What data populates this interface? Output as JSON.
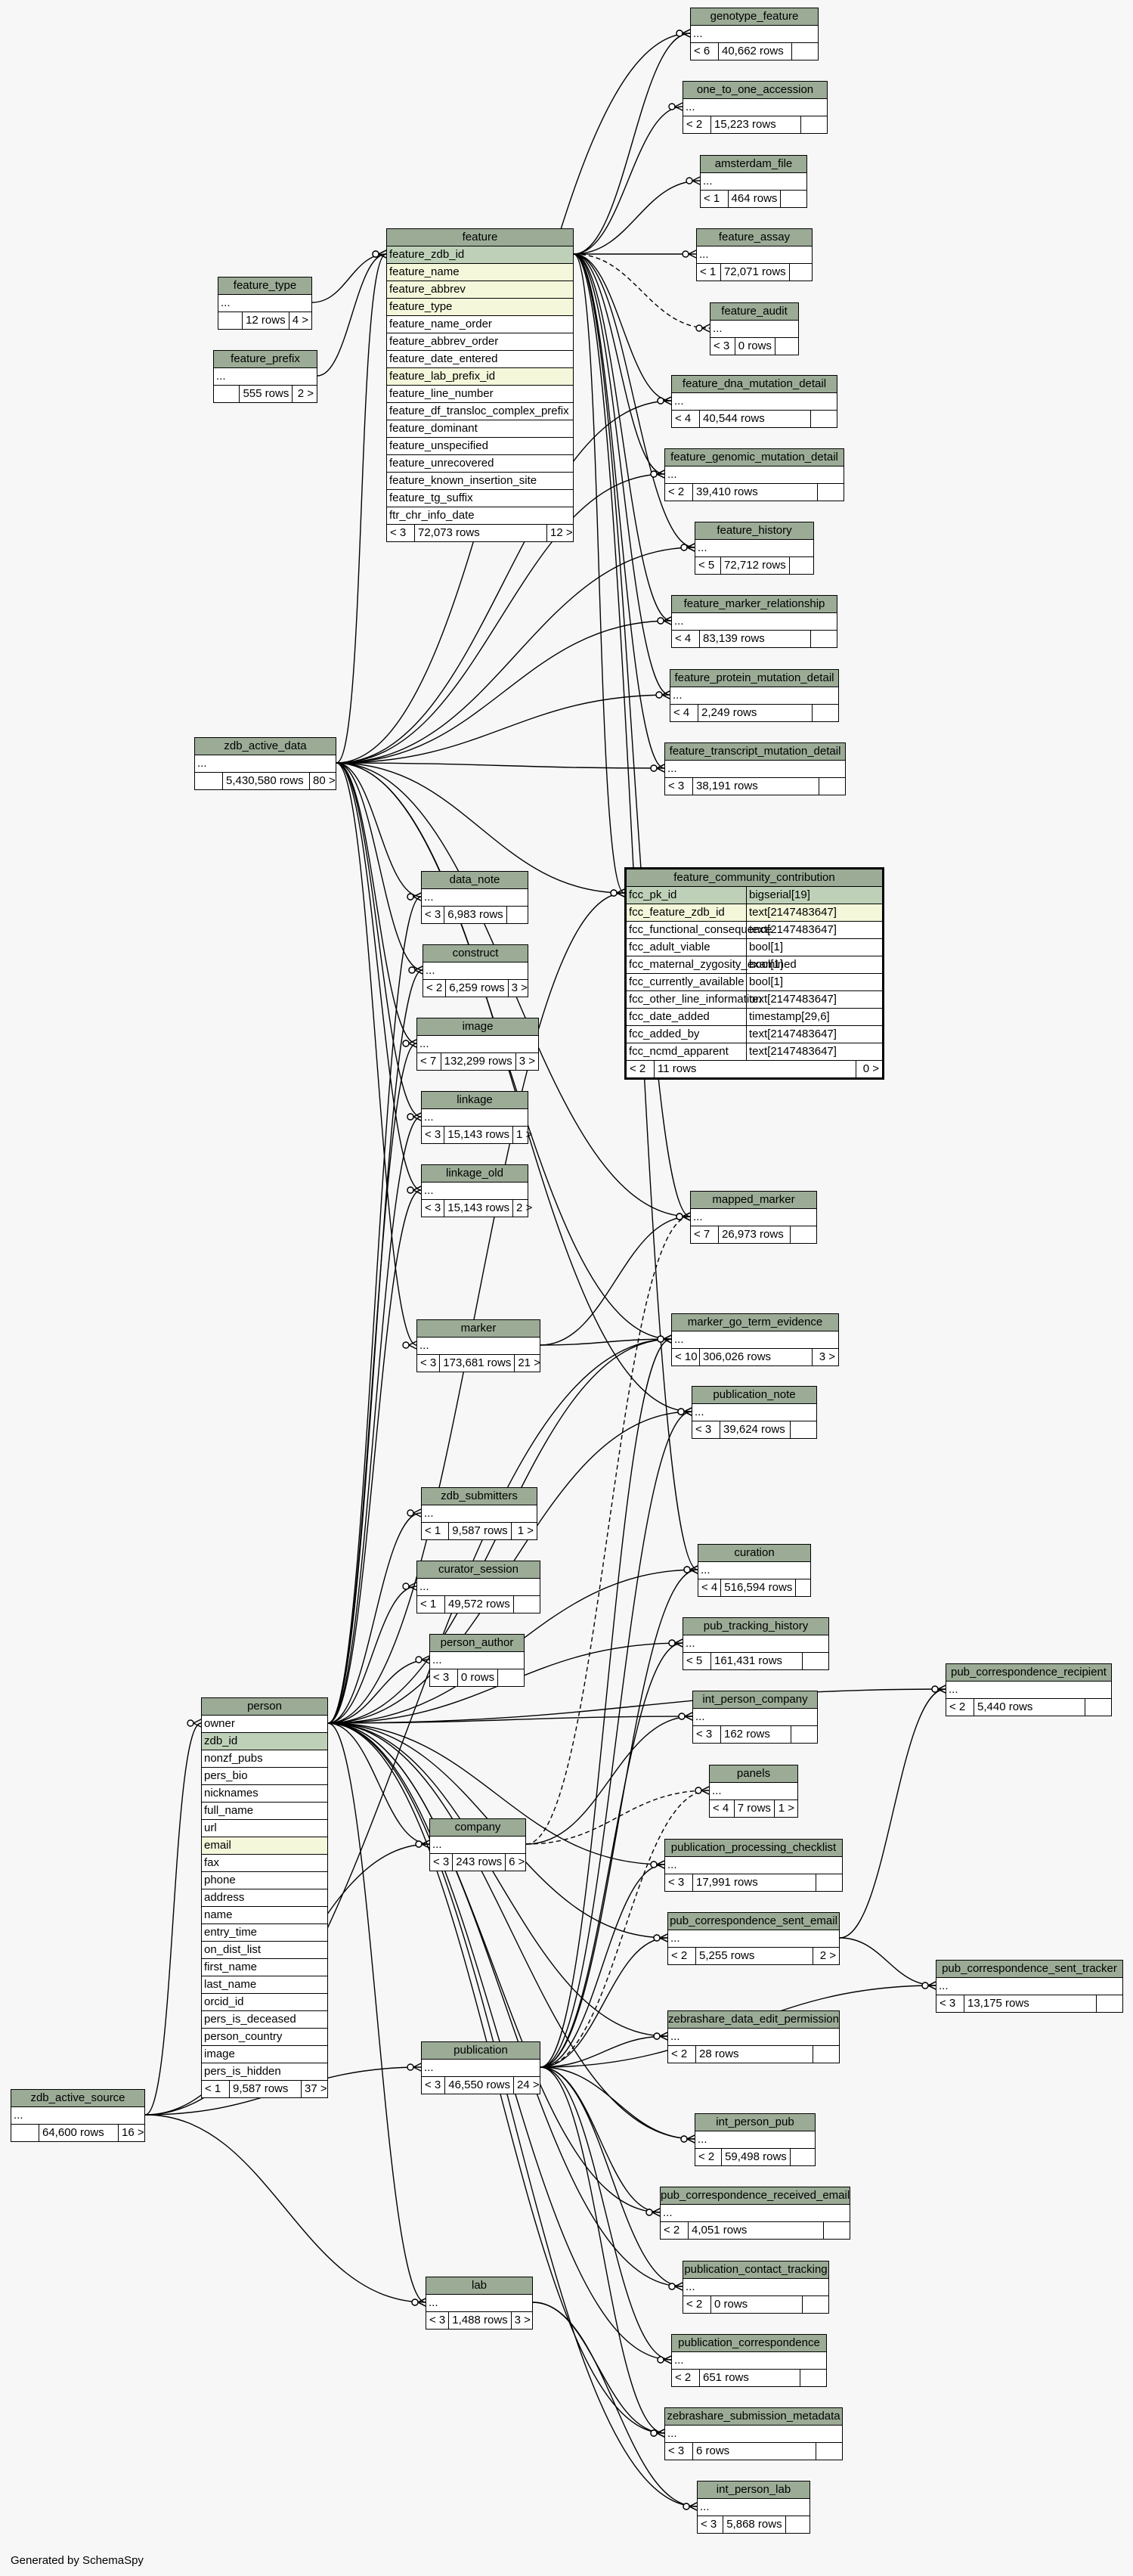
{
  "footer_text": "Generated by SchemaSpy",
  "colors": {
    "header": "#9bab96",
    "primary_key": "#bed1b8",
    "foreign_key": "#f4f7da",
    "background": "#f7f7f7"
  },
  "tables": {
    "genotype_feature": {
      "name": "genotype_feature",
      "cols": [
        "..."
      ],
      "foot": [
        "< 6",
        "40,662 rows",
        ""
      ]
    },
    "one_to_one_accession": {
      "name": "one_to_one_accession",
      "cols": [
        "..."
      ],
      "foot": [
        "< 2",
        "15,223 rows",
        ""
      ]
    },
    "amsterdam_file": {
      "name": "amsterdam_file",
      "cols": [
        "..."
      ],
      "foot": [
        "< 1",
        "464 rows",
        ""
      ]
    },
    "feature_assay": {
      "name": "feature_assay",
      "cols": [
        "..."
      ],
      "foot": [
        "< 1",
        "72,071 rows",
        ""
      ]
    },
    "feature_audit": {
      "name": "feature_audit",
      "cols": [
        "..."
      ],
      "foot": [
        "< 3",
        "0 rows",
        ""
      ]
    },
    "feature_dna_mutation_detail": {
      "name": "feature_dna_mutation_detail",
      "cols": [
        "..."
      ],
      "foot": [
        "< 4",
        "40,544 rows",
        ""
      ]
    },
    "feature_genomic_mutation_detail": {
      "name": "feature_genomic_mutation_detail",
      "cols": [
        "..."
      ],
      "foot": [
        "< 2",
        "39,410 rows",
        ""
      ]
    },
    "feature_history": {
      "name": "feature_history",
      "cols": [
        "..."
      ],
      "foot": [
        "< 5",
        "72,712 rows",
        ""
      ]
    },
    "feature_marker_relationship": {
      "name": "feature_marker_relationship",
      "cols": [
        "..."
      ],
      "foot": [
        "< 4",
        "83,139 rows",
        ""
      ]
    },
    "feature_protein_mutation_detail": {
      "name": "feature_protein_mutation_detail",
      "cols": [
        "..."
      ],
      "foot": [
        "< 4",
        "2,249 rows",
        ""
      ]
    },
    "feature_transcript_mutation_detail": {
      "name": "feature_transcript_mutation_detail",
      "cols": [
        "..."
      ],
      "foot": [
        "< 3",
        "38,191 rows",
        ""
      ]
    },
    "feature": {
      "name": "feature",
      "cols": [
        "feature_zdb_id",
        "feature_name",
        "feature_abbrev",
        "feature_type",
        "feature_name_order",
        "feature_abbrev_order",
        "feature_date_entered",
        "feature_lab_prefix_id",
        "feature_line_number",
        "feature_df_transloc_complex_prefix",
        "feature_dominant",
        "feature_unspecified",
        "feature_unrecovered",
        "feature_known_insertion_site",
        "feature_tg_suffix",
        "ftr_chr_info_date"
      ],
      "foot": [
        "< 3",
        "72,073 rows",
        "12 >"
      ]
    },
    "feature_type": {
      "name": "feature_type",
      "cols": [
        "..."
      ],
      "foot": [
        "",
        "12 rows",
        "4 >"
      ]
    },
    "feature_prefix": {
      "name": "feature_prefix",
      "cols": [
        "..."
      ],
      "foot": [
        "",
        "555 rows",
        "2 >"
      ]
    },
    "zdb_active_data": {
      "name": "zdb_active_data",
      "cols": [
        "..."
      ],
      "foot": [
        "",
        "5,430,580 rows",
        "80 >"
      ]
    },
    "feature_community_contribution": {
      "name": "feature_community_contribution",
      "cols": [
        "fcc_pk_id",
        "fcc_feature_zdb_id",
        "fcc_functional_consequence",
        "fcc_adult_viable",
        "fcc_maternal_zygosity_examined",
        "fcc_currently_available",
        "fcc_other_line_information",
        "fcc_date_added",
        "fcc_added_by",
        "fcc_ncmd_apparent"
      ],
      "types": [
        "bigserial[19]",
        "text[2147483647]",
        "text[2147483647]",
        "bool[1]",
        "bool[1]",
        "bool[1]",
        "text[2147483647]",
        "timestamp[29,6]",
        "text[2147483647]",
        "text[2147483647]"
      ],
      "foot": [
        "< 2",
        "11 rows",
        "0 >"
      ]
    },
    "data_note": {
      "name": "data_note",
      "cols": [
        "..."
      ],
      "foot": [
        "< 3",
        "6,983 rows",
        ""
      ]
    },
    "construct": {
      "name": "construct",
      "cols": [
        "..."
      ],
      "foot": [
        "< 2",
        "6,259 rows",
        "3 >"
      ]
    },
    "image": {
      "name": "image",
      "cols": [
        "..."
      ],
      "foot": [
        "< 7",
        "132,299 rows",
        "3 >"
      ]
    },
    "linkage": {
      "name": "linkage",
      "cols": [
        "..."
      ],
      "foot": [
        "< 3",
        "15,143 rows",
        "1 >"
      ]
    },
    "linkage_old": {
      "name": "linkage_old",
      "cols": [
        "..."
      ],
      "foot": [
        "< 3",
        "15,143 rows",
        "2 >"
      ]
    },
    "mapped_marker": {
      "name": "mapped_marker",
      "cols": [
        "..."
      ],
      "foot": [
        "< 7",
        "26,973 rows",
        ""
      ]
    },
    "marker": {
      "name": "marker",
      "cols": [
        "..."
      ],
      "foot": [
        "< 3",
        "173,681 rows",
        "21 >"
      ]
    },
    "marker_go_term_evidence": {
      "name": "marker_go_term_evidence",
      "cols": [
        "..."
      ],
      "foot": [
        "< 10",
        "306,026 rows",
        "3 >"
      ]
    },
    "publication_note": {
      "name": "publication_note",
      "cols": [
        "..."
      ],
      "foot": [
        "< 3",
        "39,624 rows",
        ""
      ]
    },
    "zdb_submitters": {
      "name": "zdb_submitters",
      "cols": [
        "..."
      ],
      "foot": [
        "< 1",
        "9,587 rows",
        "1 >"
      ]
    },
    "curator_session": {
      "name": "curator_session",
      "cols": [
        "..."
      ],
      "foot": [
        "< 1",
        "49,572 rows",
        ""
      ]
    },
    "person_author": {
      "name": "person_author",
      "cols": [
        "..."
      ],
      "foot": [
        "< 3",
        "0 rows",
        ""
      ]
    },
    "curation": {
      "name": "curation",
      "cols": [
        "..."
      ],
      "foot": [
        "< 4",
        "516,594 rows",
        ""
      ]
    },
    "pub_tracking_history": {
      "name": "pub_tracking_history",
      "cols": [
        "..."
      ],
      "foot": [
        "< 5",
        "161,431 rows",
        ""
      ]
    },
    "int_person_company": {
      "name": "int_person_company",
      "cols": [
        "..."
      ],
      "foot": [
        "< 3",
        "162 rows",
        ""
      ]
    },
    "panels": {
      "name": "panels",
      "cols": [
        "..."
      ],
      "foot": [
        "< 4",
        "7 rows",
        "1 >"
      ]
    },
    "person": {
      "name": "person",
      "cols": [
        "owner",
        "zdb_id",
        "nonzf_pubs",
        "pers_bio",
        "nicknames",
        "full_name",
        "url",
        "email",
        "fax",
        "phone",
        "address",
        "name",
        "entry_time",
        "on_dist_list",
        "first_name",
        "last_name",
        "orcid_id",
        "pers_is_deceased",
        "person_country",
        "image",
        "pers_is_hidden"
      ],
      "foot": [
        "< 1",
        "9,587 rows",
        "37 >"
      ]
    },
    "company": {
      "name": "company",
      "cols": [
        "..."
      ],
      "foot": [
        "< 3",
        "243 rows",
        "6 >"
      ]
    },
    "publication_processing_checklist": {
      "name": "publication_processing_checklist",
      "cols": [
        "..."
      ],
      "foot": [
        "< 3",
        "17,991 rows",
        ""
      ]
    },
    "pub_correspondence_sent_email": {
      "name": "pub_correspondence_sent_email",
      "cols": [
        "..."
      ],
      "foot": [
        "< 2",
        "5,255 rows",
        "2 >"
      ]
    },
    "pub_correspondence_recipient": {
      "name": "pub_correspondence_recipient",
      "cols": [
        "..."
      ],
      "foot": [
        "< 2",
        "5,440 rows",
        ""
      ]
    },
    "pub_correspondence_sent_tracker": {
      "name": "pub_correspondence_sent_tracker",
      "cols": [
        "..."
      ],
      "foot": [
        "< 3",
        "13,175 rows",
        ""
      ]
    },
    "zebrashare_data_edit_permission": {
      "name": "zebrashare_data_edit_permission",
      "cols": [
        "..."
      ],
      "foot": [
        "< 2",
        "28 rows",
        ""
      ]
    },
    "publication": {
      "name": "publication",
      "cols": [
        "..."
      ],
      "foot": [
        "< 3",
        "46,550 rows",
        "24 >"
      ]
    },
    "zdb_active_source": {
      "name": "zdb_active_source",
      "cols": [
        "..."
      ],
      "foot": [
        "",
        "64,600 rows",
        "16 >"
      ]
    },
    "int_person_pub": {
      "name": "int_person_pub",
      "cols": [
        "..."
      ],
      "foot": [
        "< 2",
        "59,498 rows",
        ""
      ]
    },
    "pub_correspondence_received_email": {
      "name": "pub_correspondence_received_email",
      "cols": [
        "..."
      ],
      "foot": [
        "< 2",
        "4,051 rows",
        ""
      ]
    },
    "publication_contact_tracking": {
      "name": "publication_contact_tracking",
      "cols": [
        "..."
      ],
      "foot": [
        "< 2",
        "0 rows",
        ""
      ]
    },
    "lab": {
      "name": "lab",
      "cols": [
        "..."
      ],
      "foot": [
        "< 3",
        "1,488 rows",
        "3 >"
      ]
    },
    "publication_correspondence": {
      "name": "publication_correspondence",
      "cols": [
        "..."
      ],
      "foot": [
        "< 2",
        "651 rows",
        ""
      ]
    },
    "zebrashare_submission_metadata": {
      "name": "zebrashare_submission_metadata",
      "cols": [
        "..."
      ],
      "foot": [
        "< 3",
        "6 rows",
        ""
      ]
    },
    "int_person_lab": {
      "name": "int_person_lab",
      "cols": [
        "..."
      ],
      "foot": [
        "< 3",
        "5,868 rows",
        ""
      ]
    }
  }
}
